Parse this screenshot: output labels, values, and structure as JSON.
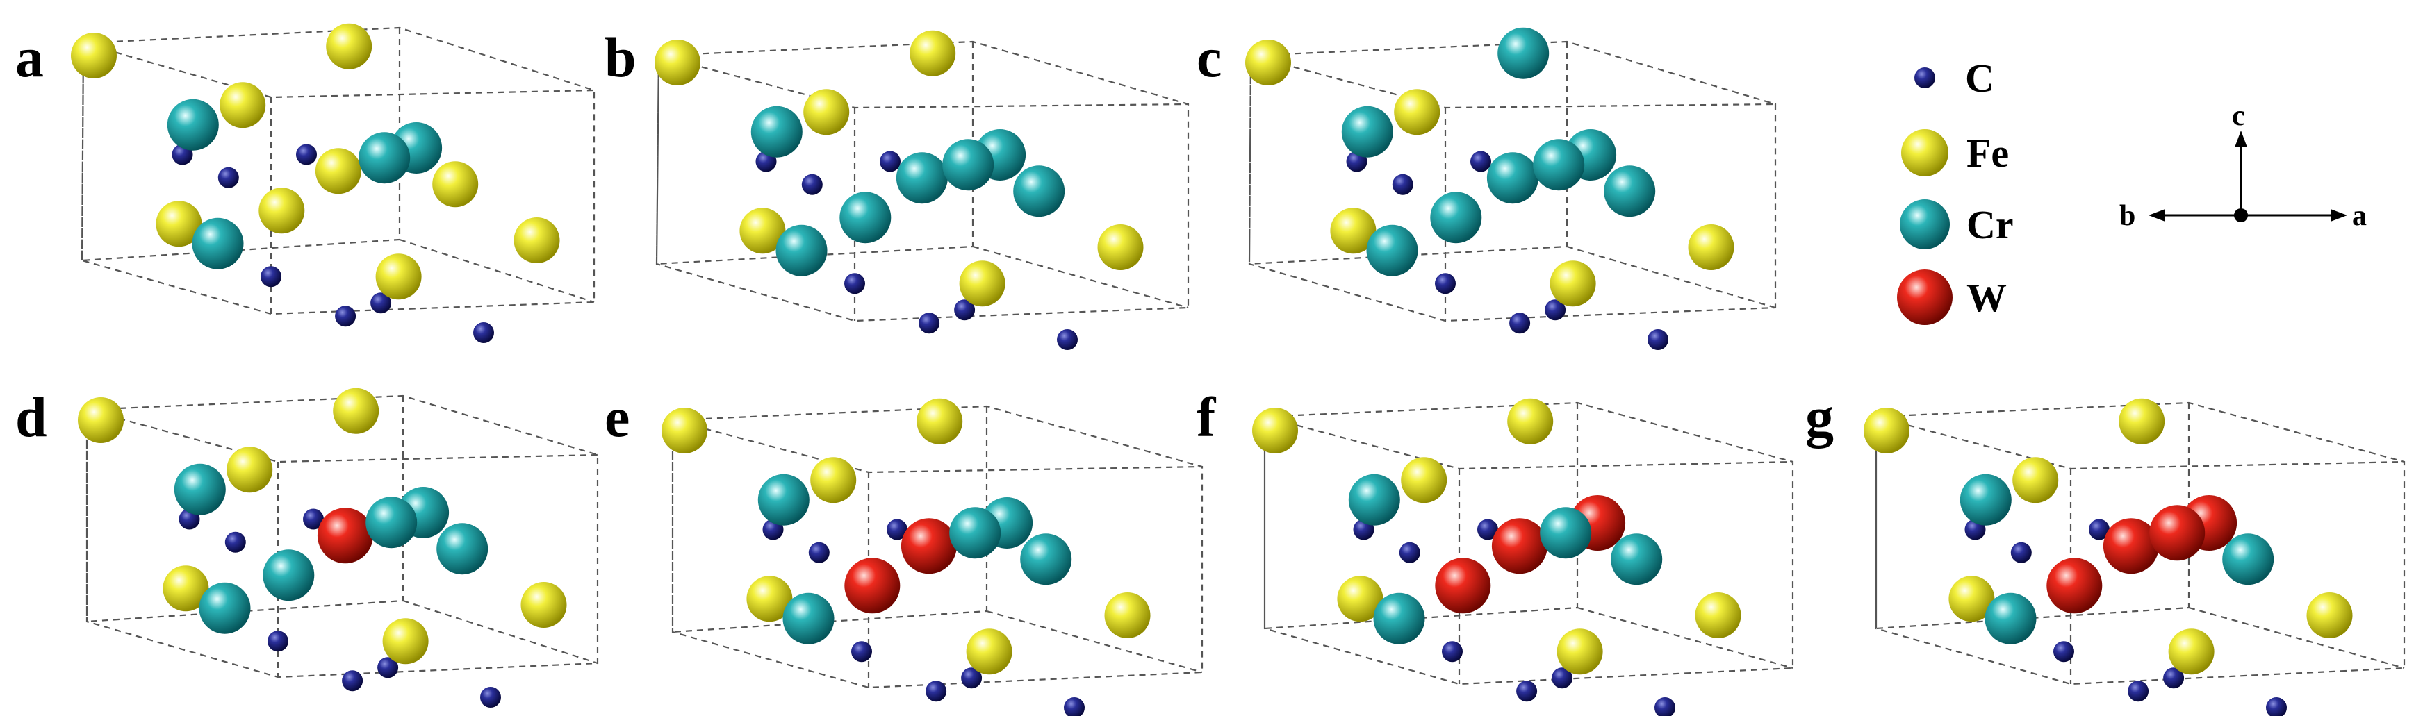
{
  "panels": [
    {
      "label": "a",
      "sites": [
        "Fe",
        "Fe",
        "Fe",
        "Cr",
        "Cr",
        "Fe",
        "Fe",
        "Cr",
        "Fe",
        "Fe",
        "Fe",
        "Cr",
        "Fe"
      ]
    },
    {
      "label": "b",
      "sites": [
        "Fe",
        "Fe",
        "Fe",
        "Cr",
        "Cr",
        "Cr",
        "Cr",
        "Cr",
        "Fe",
        "Cr",
        "Fe",
        "Cr",
        "Fe"
      ]
    },
    {
      "label": "c",
      "sites": [
        "Fe",
        "Cr",
        "Fe",
        "Cr",
        "Cr",
        "Cr",
        "Cr",
        "Cr",
        "Fe",
        "Cr",
        "Fe",
        "Cr",
        "Fe"
      ]
    },
    {
      "label": "d",
      "sites": [
        "Fe",
        "Fe",
        "Fe",
        "Cr",
        "Cr",
        "W",
        "Cr",
        "Cr",
        "Fe",
        "Cr",
        "Fe",
        "Cr",
        "Fe"
      ]
    },
    {
      "label": "e",
      "sites": [
        "Fe",
        "Fe",
        "Fe",
        "Cr",
        "Cr",
        "W",
        "Cr",
        "Cr",
        "Fe",
        "W",
        "Fe",
        "Cr",
        "Fe"
      ]
    },
    {
      "label": "f",
      "sites": [
        "Fe",
        "Fe",
        "Fe",
        "Cr",
        "W",
        "W",
        "Cr",
        "Cr",
        "Fe",
        "W",
        "Fe",
        "Cr",
        "Fe"
      ]
    },
    {
      "label": "g",
      "sites": [
        "Fe",
        "Fe",
        "Fe",
        "Cr",
        "W",
        "W",
        "Cr",
        "W",
        "Fe",
        "W",
        "Fe",
        "Cr",
        "Fe"
      ]
    }
  ],
  "legend": [
    {
      "element": "C",
      "color": "#1a1f78"
    },
    {
      "element": "Fe",
      "color": "#e8e61c"
    },
    {
      "element": "Cr",
      "color": "#19a6a6"
    },
    {
      "element": "W",
      "color": "#e01a12"
    }
  ],
  "axes": {
    "c": "c",
    "b": "b",
    "a": "a"
  }
}
